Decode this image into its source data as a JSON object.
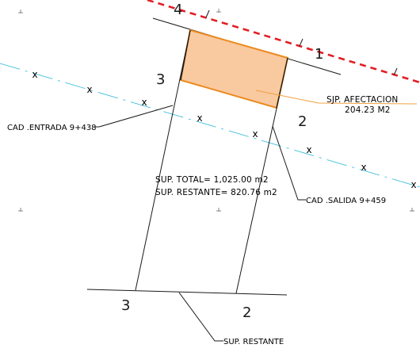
{
  "vertices": {
    "top_left": "4",
    "top_right": "1",
    "mid_left": "3",
    "mid_right": "2",
    "bottom_left": "3",
    "bottom_right": "2"
  },
  "labels": {
    "afectacion_title": "SJP. AFECTACION",
    "afectacion_area": "204.23  M2",
    "cad_entrada": "CAD .ENTRADA 9+438",
    "cad_salida": "CAD .SALIDA 9+459",
    "sup_total": "SUP.  TOTAL=  1,025.00  m2",
    "sup_restante_area": "SUP.  RESTANTE=  820.76  m2",
    "sup_restante": "SUP. RESTANTE"
  },
  "symbols": {
    "axis_marker": "x",
    "crosshair": "+"
  },
  "colors": {
    "lot_boundary": "#1a1a1a",
    "affected_fill": "#f9c9a0",
    "affected_outline": "#ec8a1e",
    "leader_orange": "#f0a040",
    "right_of_way": "#e31e24",
    "centerline": "#40c0dc",
    "centerline_marker": "#40c0dc",
    "crosshair": "#888888"
  }
}
